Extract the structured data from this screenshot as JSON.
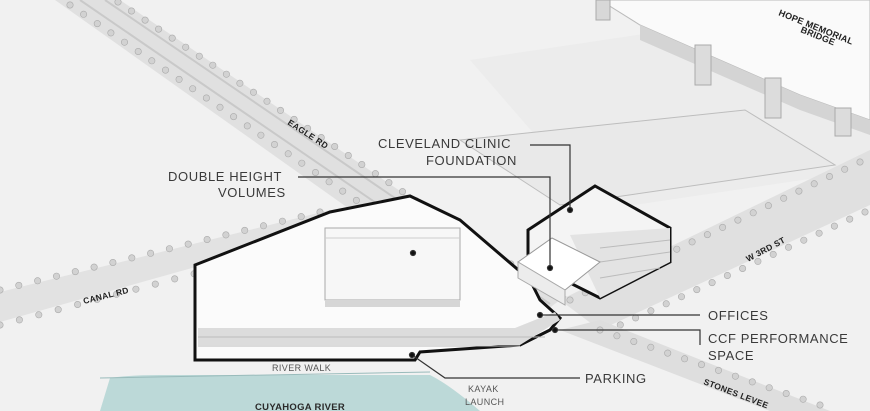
{
  "callouts": {
    "cleveland_clinic_line1": "CLEVELAND CLINIC",
    "cleveland_clinic_line2": "FOUNDATION",
    "double_height_line1": "DOUBLE HEIGHT",
    "double_height_line2": "VOLUMES",
    "offices": "OFFICES",
    "ccf_performance_line1": "CCF PERFORMANCE",
    "ccf_performance_line2": "SPACE",
    "parking": "PARKING"
  },
  "streets": {
    "eagle_rd": "EAGLE RD",
    "canal_rd": "CANAL RD",
    "w_3rd_st": "W 3RD ST",
    "stones_levee": "STONES LEVEE"
  },
  "landmarks": {
    "bridge_line1": "HOPE MEMORIAL",
    "bridge_line2": "BRIDGE",
    "river_walk": "RIVER WALK",
    "kayak_line1": "KAYAK",
    "kayak_line2": "LAUNCH",
    "river": "CUYAHOGA RIVER"
  },
  "colors": {
    "background": "#f2f2f2",
    "ground": "#ececec",
    "road": "#dcdcdc",
    "river": "#bcd9d8",
    "building_outline": "#111111",
    "leader_line": "#333333"
  }
}
